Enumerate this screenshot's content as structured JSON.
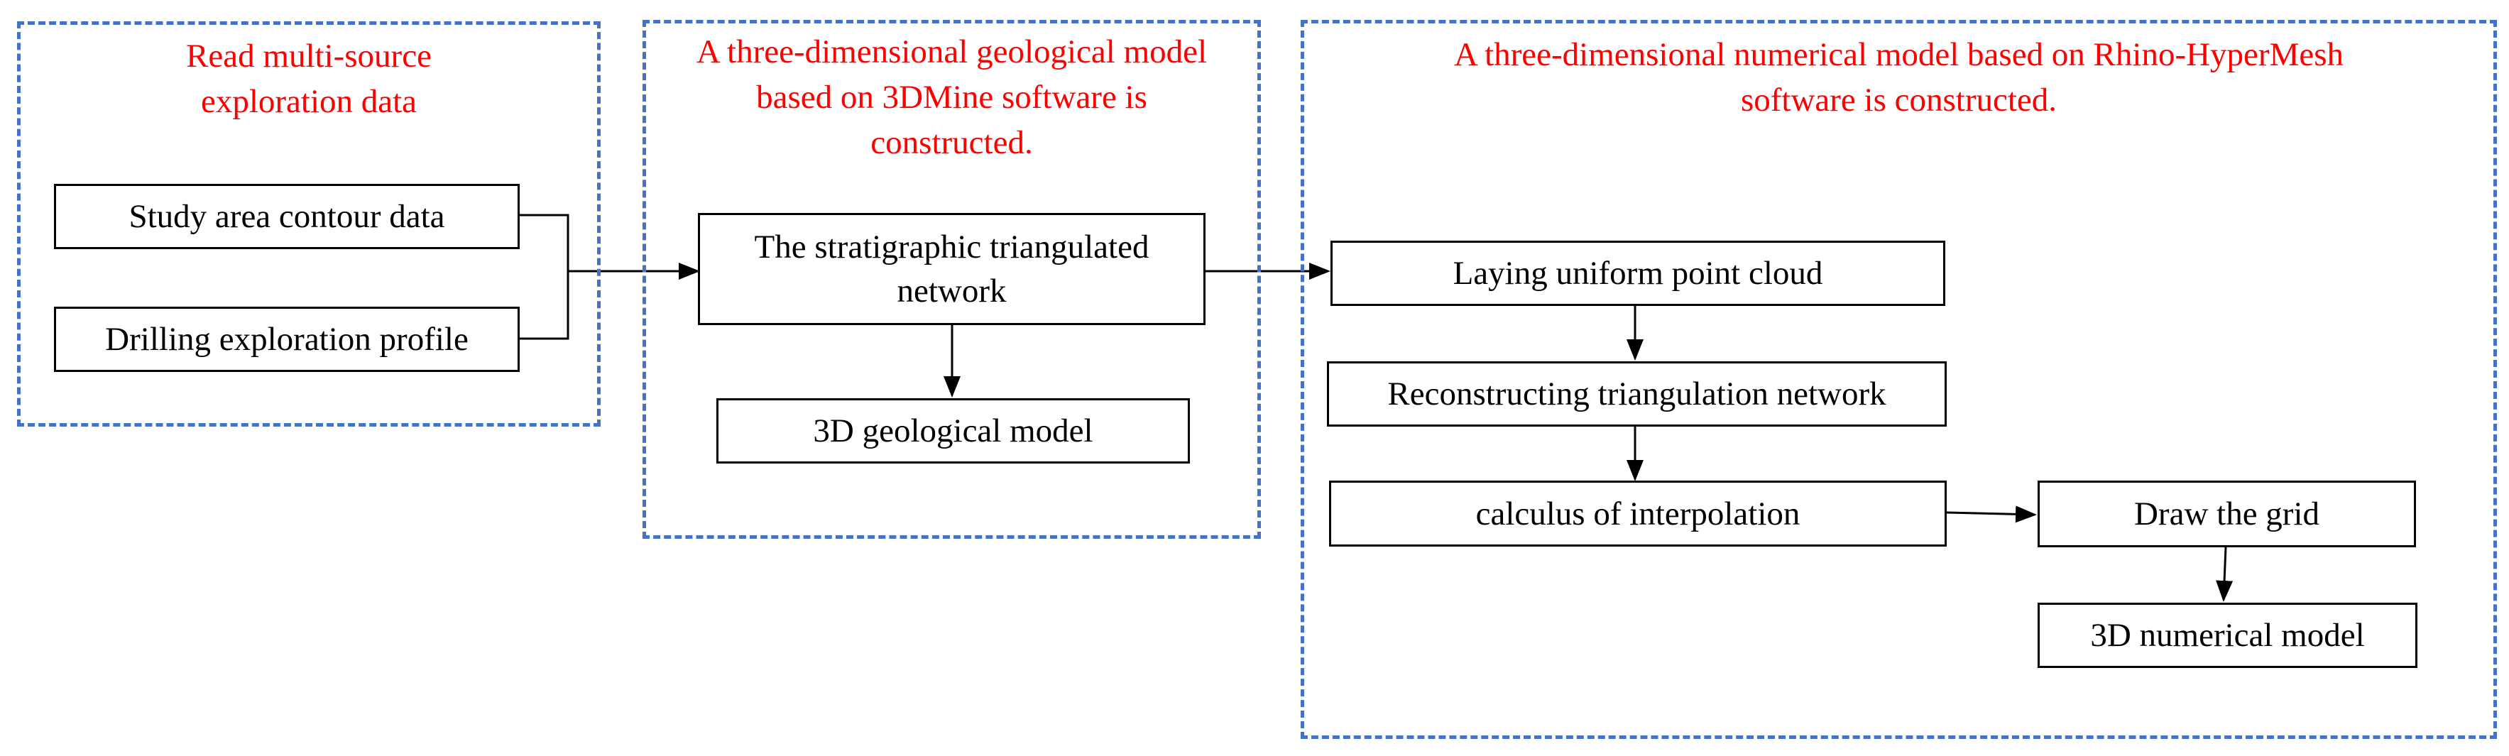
{
  "colors": {
    "group_border": "#4472c4",
    "title_text": "#ff0000",
    "box_border": "#000000",
    "arrow": "#000000"
  },
  "groups": [
    {
      "title_lines": [
        "Read multi-source",
        "exploration data"
      ]
    },
    {
      "title_lines": [
        "A three-dimensional geological model",
        "based on 3DMine software is",
        "constructed."
      ]
    },
    {
      "title_lines": [
        "A three-dimensional numerical model based on Rhino-HyperMesh",
        "software is constructed."
      ]
    }
  ],
  "boxes": {
    "contour": "Study area contour data",
    "drilling": "Drilling exploration profile",
    "strat_line1": "The stratigraphic triangulated",
    "strat_line2": "network",
    "geo_model": "3D geological model",
    "point_cloud": "Laying uniform point cloud",
    "reconstruct": "Reconstructing triangulation network",
    "interpolation": "calculus of interpolation",
    "grid": "Draw the grid",
    "num_model": "3D numerical model"
  }
}
